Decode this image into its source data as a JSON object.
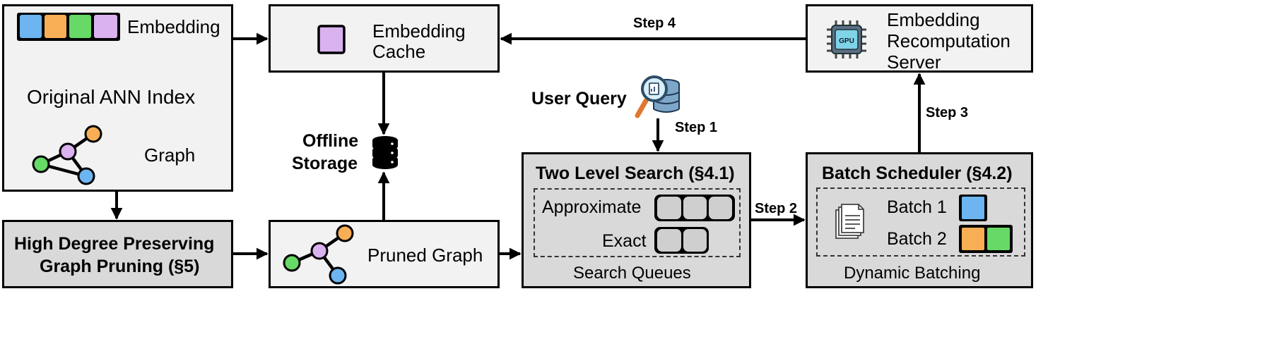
{
  "original_index": {
    "embedding_label": "Embedding",
    "title": "Original ANN Index",
    "graph_label": "Graph",
    "swatch_colors": [
      "#6cb5f0",
      "#f8ae55",
      "#67d966",
      "#d9b2ef"
    ]
  },
  "embedding_cache": {
    "line1": "Embedding",
    "line2": "Cache",
    "swatch_color": "#d9b2ef"
  },
  "recompute_server": {
    "line1": "Embedding",
    "line2": "Recomputation",
    "line3": "Server",
    "chip_text": "GPU"
  },
  "pruning": {
    "line1": "High Degree Preserving",
    "line2": "Graph Pruning (§5)"
  },
  "pruned_graph": {
    "label": "Pruned Graph"
  },
  "offline_storage": {
    "line1": "Offline",
    "line2": "Storage"
  },
  "user_query": {
    "label": "User Query"
  },
  "two_level_search": {
    "title": "Two Level Search (§4.1)",
    "approximate_label": "Approximate",
    "exact_label": "Exact",
    "footer": "Search Queues"
  },
  "batch_scheduler": {
    "title": "Batch Scheduler (§4.2)",
    "batch1_label": "Batch 1",
    "batch2_label": "Batch 2",
    "footer": "Dynamic Batching",
    "batch1_colors": [
      "#6cb5f0"
    ],
    "batch2_colors": [
      "#f8ae55",
      "#67d966"
    ]
  },
  "steps": {
    "step1": "Step 1",
    "step2": "Step 2",
    "step3": "Step 3",
    "step4": "Step 4"
  },
  "colors": {
    "node_purple": "#d9b2ef",
    "node_orange": "#f8ae55",
    "node_green": "#67d966",
    "node_blue": "#6cb5f0",
    "queue_gray": "#cfcfcf"
  }
}
